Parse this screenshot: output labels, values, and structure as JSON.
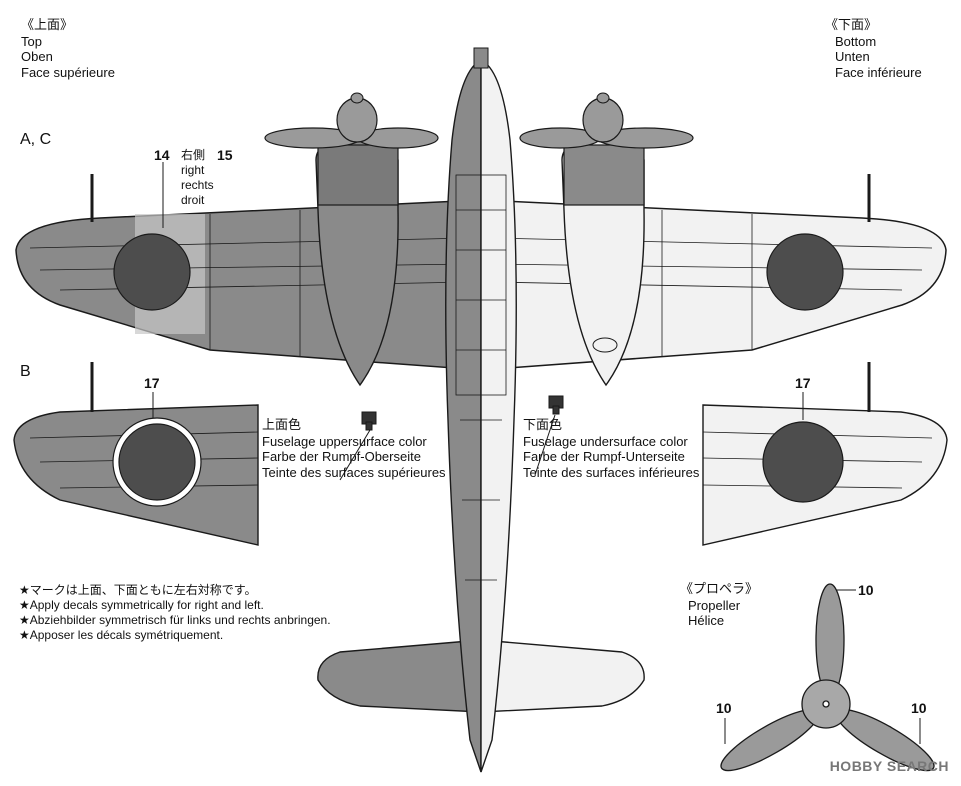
{
  "top_view": {
    "jp": "《上面》",
    "en": "Top",
    "de": "Oben",
    "fr": "Face supérieure"
  },
  "bottom_view": {
    "jp": "《下面》",
    "en": "Bottom",
    "de": "Unten",
    "fr": "Face inférieure"
  },
  "variant_ac": "A, C",
  "variant_b": "B",
  "decal_labels": {
    "d14": "14",
    "d15": "15",
    "d17a": "17",
    "d17b": "17",
    "p10a": "10",
    "p10b": "10",
    "p10c": "10"
  },
  "right_side": {
    "jp": "右側",
    "en": "right",
    "de": "rechts",
    "fr": "droit"
  },
  "upper_color": {
    "jp": "上面色",
    "en": "Fuselage uppersurface color",
    "de": "Farbe der Rumpf-Oberseite",
    "fr": "Teinte des surfaces supérieures"
  },
  "lower_color": {
    "jp": "下面色",
    "en": "Fuselage undersurface color",
    "de": "Farbe der Rumpf-Unterseite",
    "fr": "Teinte des surfaces inférieures"
  },
  "notes": {
    "jp": "★マークは上面、下面ともに左右対称です。",
    "en": "★Apply decals symmetrically for right and left.",
    "de": "★Abziehbilder symmetrisch für links und rechts anbringen.",
    "fr": "★Apposer les décals symétriquement."
  },
  "propeller": {
    "jp": "《プロペラ》",
    "en": "Propeller",
    "fr": "Hélice"
  },
  "watermark": "HOBBY SEARCH",
  "colors": {
    "upper": "#8a8a8a",
    "lower": "#f2f2f2",
    "hinomaru": "#4d4d4d",
    "line": "#1a1a1a"
  }
}
